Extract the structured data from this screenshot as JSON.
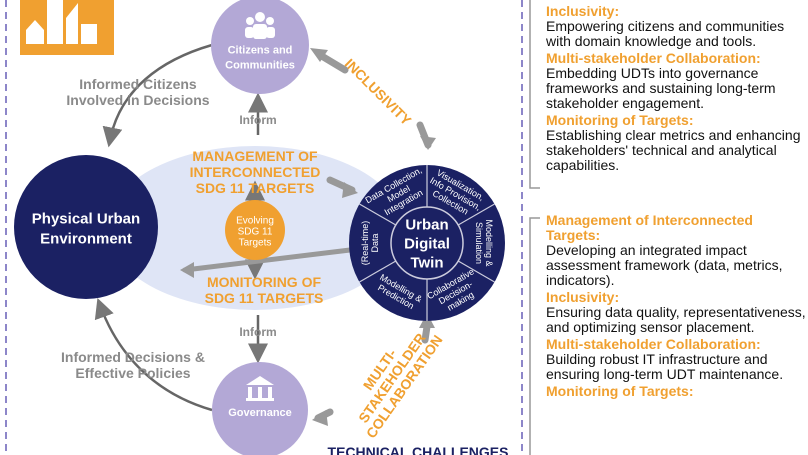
{
  "diagram": {
    "citizens": "Citizens and|Communities",
    "governance": "Governance",
    "physical": "Physical Urban|Environment",
    "evolving": "Evolving|SDG 11|Targets",
    "udt_center": "Urban|Digital|Twin",
    "udt_segments": [
      "Data Collection,|Model|Integration",
      "Visualization,|Info Provision,|Collection",
      "Modelling &|Simulation",
      "Collaborative|Decision-|making",
      "Modelling &|Prediction",
      "(Real-time)|Data"
    ],
    "informed_citizens": "Informed Citizens|Involved in Decisions",
    "informed_decisions": "Informed Decisions &|Effective Policies",
    "inform_top": "Inform",
    "inform_bottom": "Inform",
    "management": "MANAGEMENT OF|INTERCONNECTED|SDG 11 TARGETS",
    "monitoring": "MONITORING OF|SDG 11 TARGETS",
    "inclusivity": "INCLUSIVITY",
    "multi": "MULTI-|STAKEHOLDER|COLLABORATION",
    "technical": "TECHNICAL CHALLENGES"
  },
  "colors": {
    "navy": "#1b2163",
    "orange": "#f0a030",
    "lavender": "#b3a8d6",
    "lightblue": "#dfe5f6",
    "gray": "#8a8a8a"
  },
  "right_panel": {
    "group1": [
      {
        "heading": "Inclusivity:",
        "body": "Empowering citizens and communities with domain knowledge and tools."
      },
      {
        "heading": "Multi-stakeholder Collaboration:",
        "body": "Embedding UDTs into governance frameworks and sustaining long-term stakeholder engagement."
      },
      {
        "heading": "Monitoring of Targets:",
        "body": "Establishing clear metrics and enhancing stakeholders' technical and analytical capabilities."
      }
    ],
    "group2": [
      {
        "heading": "Management of Interconnected Targets:",
        "body": "Developing an integrated impact assessment framework (data, metrics, indicators)."
      },
      {
        "heading": "Inclusivity:",
        "body": "Ensuring data quality, representativeness, and optimizing sensor placement."
      },
      {
        "heading": "Multi-stakeholder Collaboration:",
        "body": "Building robust IT infrastructure and ensuring long-term UDT maintenance."
      },
      {
        "heading": "Monitoring of Targets:",
        "body": ""
      }
    ]
  }
}
